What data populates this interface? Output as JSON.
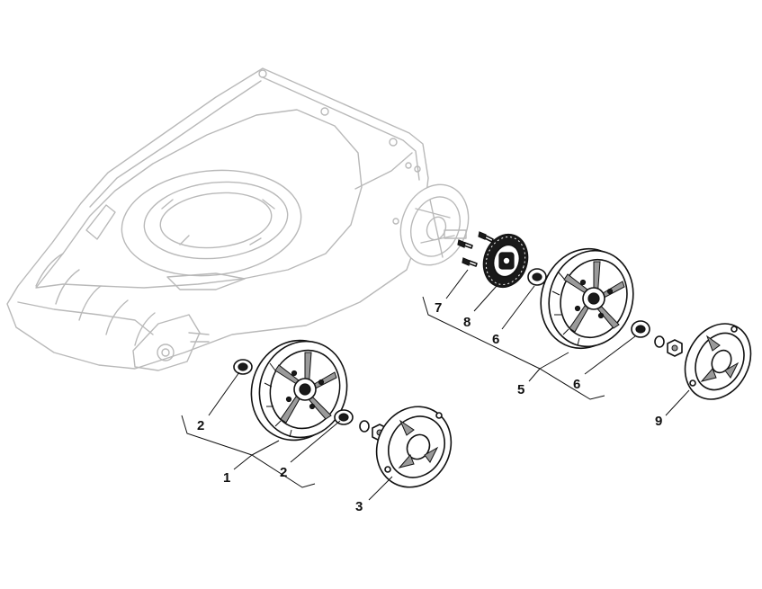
{
  "callouts": [
    {
      "id": "c1",
      "label": "1"
    },
    {
      "id": "c2a",
      "label": "2"
    },
    {
      "id": "c2b",
      "label": "2"
    },
    {
      "id": "c3",
      "label": "3"
    },
    {
      "id": "c5",
      "label": "5"
    },
    {
      "id": "c6a",
      "label": "6"
    },
    {
      "id": "c6b",
      "label": "6"
    },
    {
      "id": "c7",
      "label": "7"
    },
    {
      "id": "c8",
      "label": "8"
    },
    {
      "id": "c9",
      "label": "9"
    }
  ]
}
